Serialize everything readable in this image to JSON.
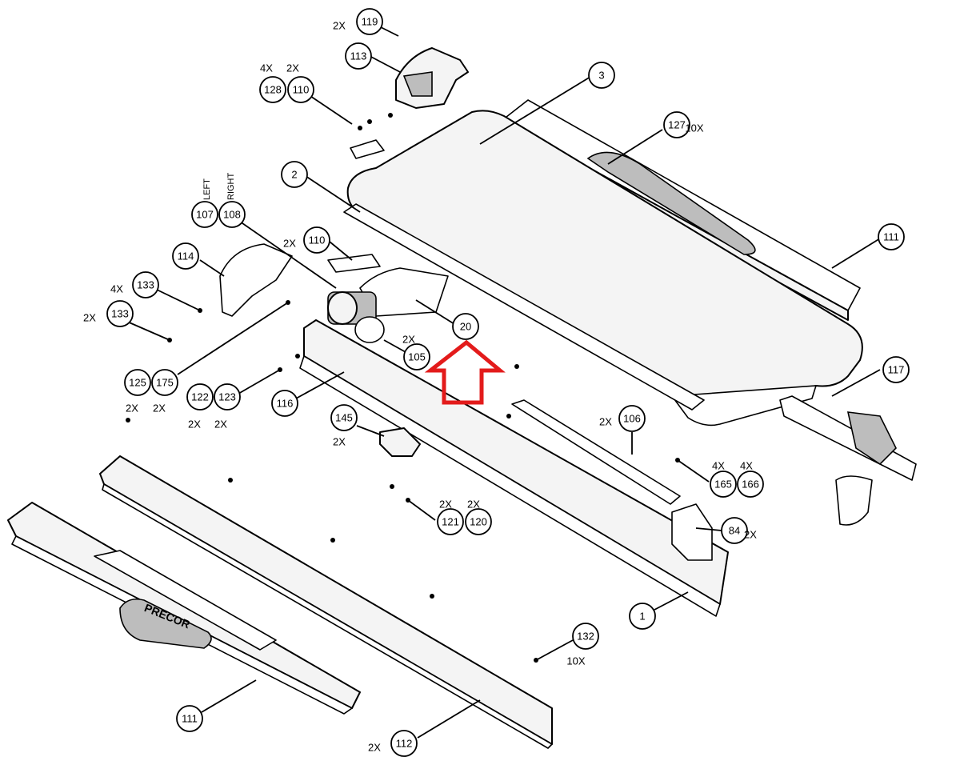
{
  "balloons": [
    {
      "id": "119",
      "qty": "2X"
    },
    {
      "id": "113",
      "qty": ""
    },
    {
      "id": "128",
      "qty": "4X"
    },
    {
      "id": "110",
      "qty": "2X"
    },
    {
      "id": "3",
      "qty": ""
    },
    {
      "id": "127",
      "qty": "10X"
    },
    {
      "id": "2",
      "qty": ""
    },
    {
      "id": "107",
      "qty": ""
    },
    {
      "id": "108",
      "qty": ""
    },
    {
      "id": "110b",
      "label": "110",
      "qty": "2X"
    },
    {
      "id": "111",
      "qty": ""
    },
    {
      "id": "114",
      "qty": ""
    },
    {
      "id": "133",
      "qty": "4X"
    },
    {
      "id": "133b",
      "label": "133",
      "qty": "2X"
    },
    {
      "id": "20",
      "qty": ""
    },
    {
      "id": "105",
      "qty": "2X"
    },
    {
      "id": "117",
      "qty": ""
    },
    {
      "id": "125",
      "qty": "2X"
    },
    {
      "id": "175",
      "qty": "2X"
    },
    {
      "id": "122",
      "qty": "2X"
    },
    {
      "id": "123",
      "qty": "2X"
    },
    {
      "id": "116",
      "qty": ""
    },
    {
      "id": "145",
      "qty": "2X"
    },
    {
      "id": "106",
      "qty": "2X"
    },
    {
      "id": "165",
      "qty": "4X"
    },
    {
      "id": "166",
      "qty": "4X"
    },
    {
      "id": "121",
      "qty": "2X"
    },
    {
      "id": "120",
      "qty": "2X"
    },
    {
      "id": "84",
      "qty": "2X"
    },
    {
      "id": "1",
      "qty": ""
    },
    {
      "id": "132",
      "qty": "10X"
    },
    {
      "id": "111b",
      "label": "111",
      "qty": ""
    },
    {
      "id": "112",
      "qty": "2X"
    }
  ],
  "side_labels": {
    "left": "LEFT",
    "right": "RIGHT"
  },
  "logo_text": "PRECOR",
  "highlight_color": "#e31b1b"
}
